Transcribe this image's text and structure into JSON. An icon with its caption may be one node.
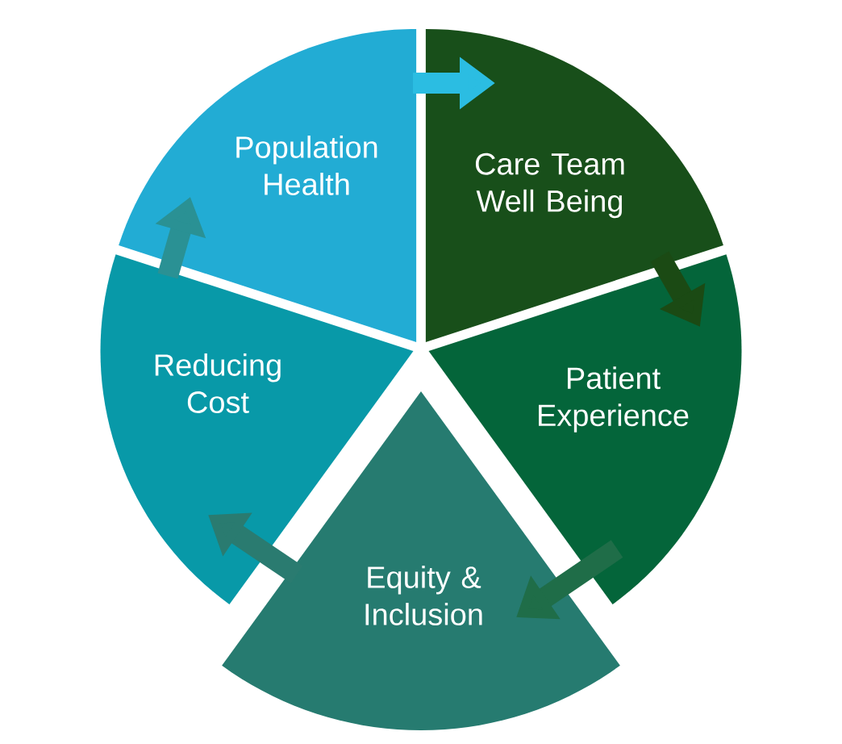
{
  "diagram": {
    "nodes": [
      {
        "text": [
          "Population Health"
        ]
      },
      {
        "text": [
          "Care Team Well Being"
        ]
      },
      {
        "text": [
          "Patient Experience"
        ]
      },
      {
        "text": [
          "Equity & Inclusion"
        ]
      },
      {
        "text": [
          "Reducing Cost"
        ]
      }
    ],
    "edges": [
      {
        "from": 0,
        "to": 1,
        "arrow": "to",
        "color": "#2bbde2"
      },
      {
        "from": 1,
        "to": 2,
        "arrow": "to",
        "color": "#1b4a14"
      },
      {
        "from": 2,
        "to": 3,
        "arrow": "to",
        "color": "#1f6d48"
      },
      {
        "from": 3,
        "to": 4,
        "arrow": "to",
        "color": "#2a7b70"
      },
      {
        "from": 4,
        "to": 0,
        "arrow": "to",
        "color": "#2a9194"
      }
    ]
  }
}
